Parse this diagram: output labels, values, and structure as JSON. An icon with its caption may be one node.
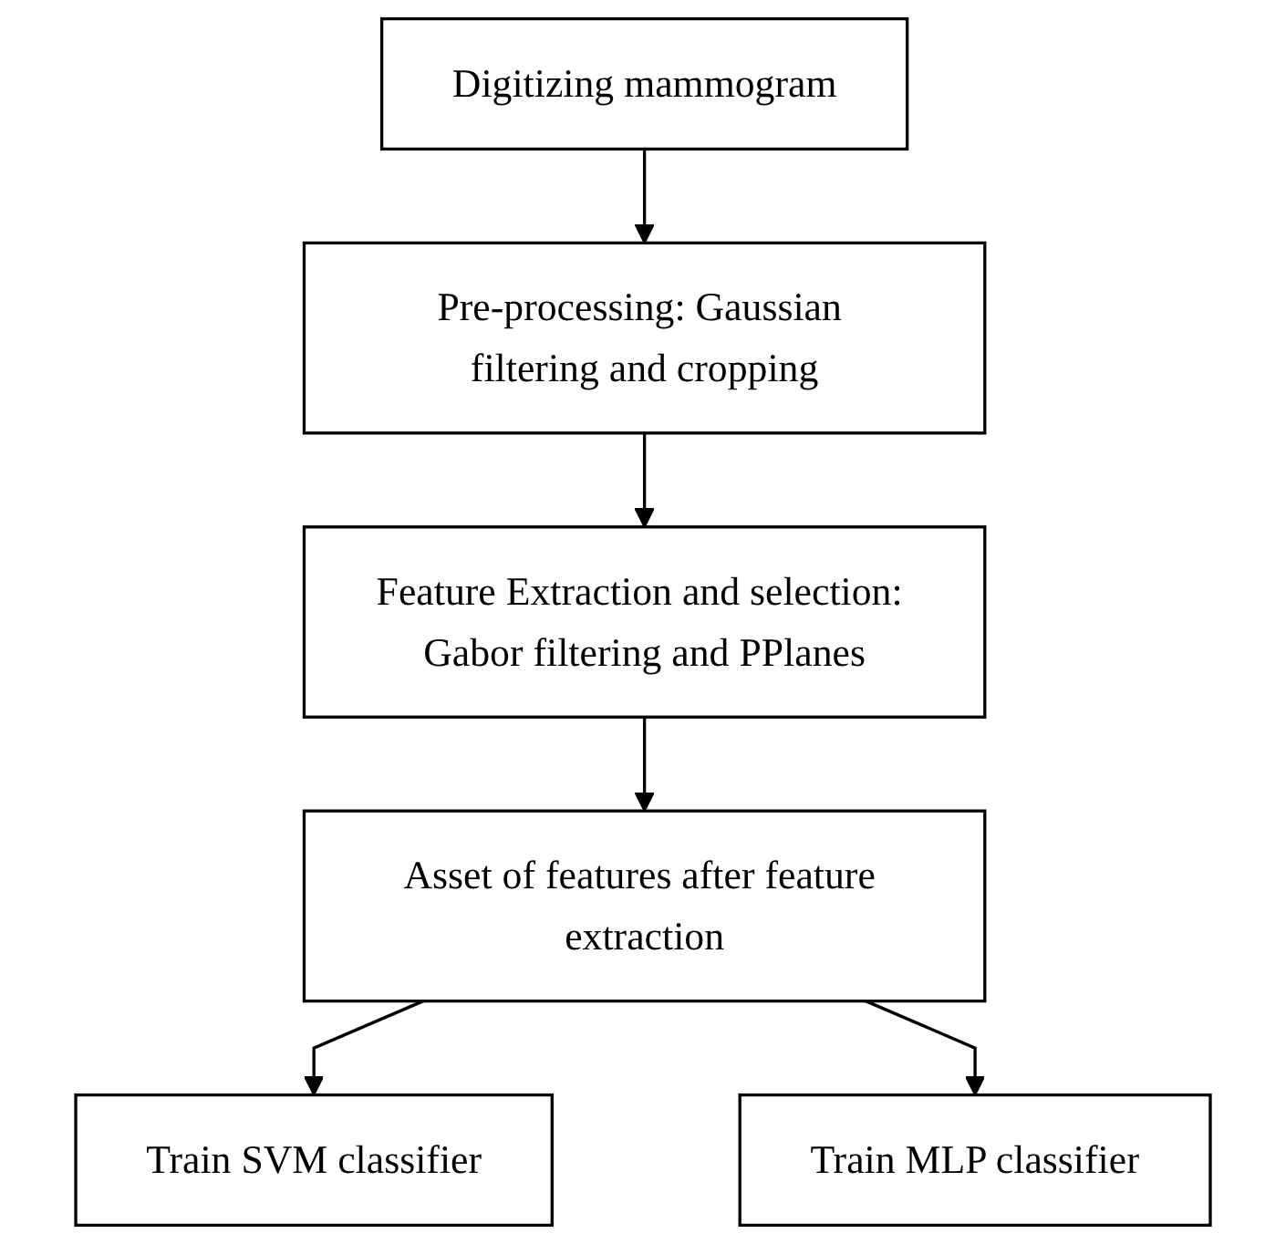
{
  "diagram": {
    "nodes": [
      {
        "text": [
          "Digitizing mammogram"
        ]
      },
      {
        "text": [
          "Pre-processing: Gaussian filtering and cropping"
        ]
      },
      {
        "text": [
          "Feature Extraction and selection: Gabor filtering and PPlanes"
        ]
      },
      {
        "text": [
          "Asset of features after feature extraction"
        ]
      },
      {
        "text": [
          "Train SVM classifier"
        ]
      },
      {
        "text": [
          "Train MLP classifier"
        ]
      }
    ],
    "edges": [
      {
        "from": 0,
        "to": 1,
        "arrow": "to"
      },
      {
        "from": 1,
        "to": 2,
        "arrow": "to"
      },
      {
        "from": 2,
        "to": 3,
        "arrow": "to"
      },
      {
        "from": 3,
        "to": 4,
        "arrow": "to"
      },
      {
        "from": 3,
        "to": 5,
        "arrow": "to"
      }
    ]
  }
}
